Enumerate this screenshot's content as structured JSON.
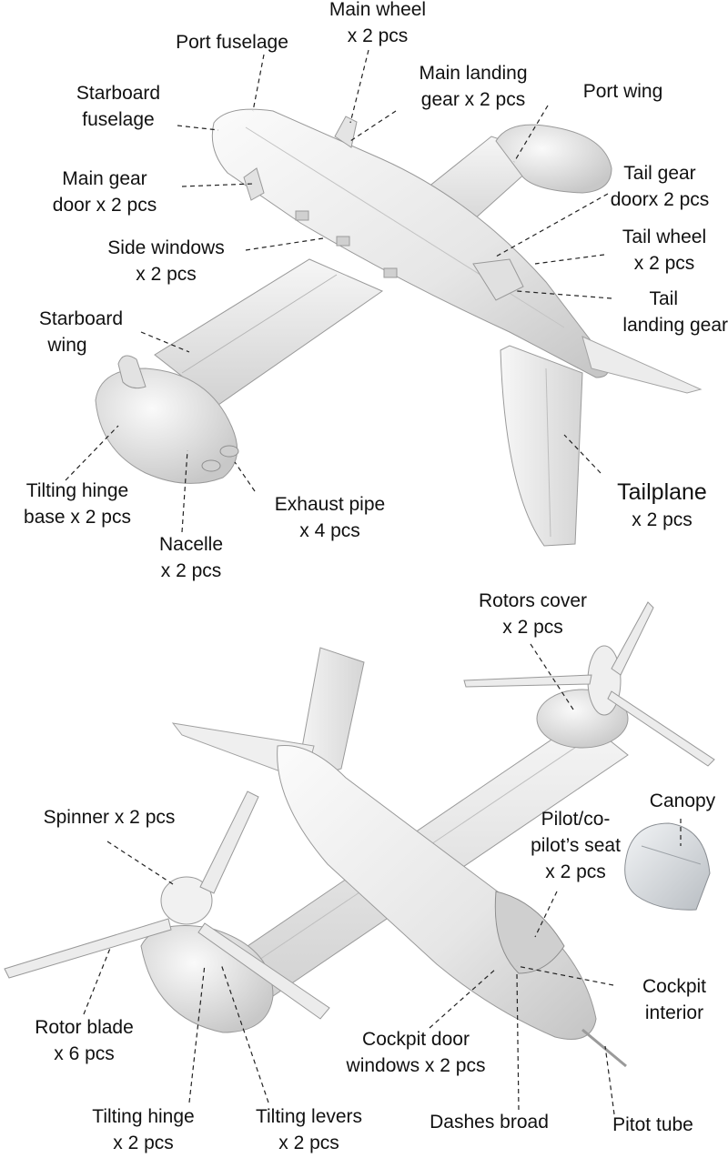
{
  "colors": {
    "background": "#ffffff",
    "model_light": "#f4f4f4",
    "model_mid": "#d9d9d9",
    "model_shade": "#b8b8b8",
    "model_edge": "#8a8a8a",
    "leader": "#222222"
  },
  "top_view": {
    "labels": {
      "main_wheel": [
        "Main wheel",
        "x 2 pcs"
      ],
      "port_fuselage": [
        "Port fuselage"
      ],
      "main_landing_gear": [
        "Main landing",
        "gear x 2 pcs"
      ],
      "port_wing": [
        "Port wing"
      ],
      "starboard_fuselage": [
        "Starboard",
        "fuselage"
      ],
      "tail_gear_door": [
        "Tail gear",
        "doorx 2 pcs"
      ],
      "main_gear_door": [
        "Main gear",
        "door x 2 pcs"
      ],
      "tail_wheel": [
        "Tail wheel",
        "x 2 pcs"
      ],
      "side_windows": [
        "Side windows",
        "x 2 pcs"
      ],
      "tail_landing_gear": [
        "Tail",
        "landing gear"
      ],
      "starboard_wing": [
        "Starboard",
        "wing"
      ],
      "tilting_hinge_base": [
        "Tilting hinge",
        "base x 2 pcs"
      ],
      "exhaust_pipe": [
        "Exhaust pipe",
        "x 4 pcs"
      ],
      "tailplane": [
        "Tailplane",
        "x 2 pcs"
      ],
      "nacelle": [
        "Nacelle",
        "x 2 pcs"
      ]
    }
  },
  "bottom_view": {
    "labels": {
      "rotors_cover": [
        "Rotors cover",
        "x 2 pcs"
      ],
      "canopy": [
        "Canopy"
      ],
      "spinner": [
        "Spinner x 2 pcs"
      ],
      "pilot_seat": [
        "Pilot/co-",
        "pilot’s seat",
        "x 2 pcs"
      ],
      "cockpit_interior": [
        "Cockpit",
        "interior"
      ],
      "rotor_blade": [
        "Rotor blade",
        "x 6 pcs"
      ],
      "cockpit_door_windows": [
        "Cockpit door",
        "windows x 2 pcs"
      ],
      "tilting_hinge": [
        "Tilting hinge",
        "x 2 pcs"
      ],
      "tilting_levers": [
        "Tilting levers",
        "x 2 pcs"
      ],
      "dashes_broad": [
        "Dashes broad"
      ],
      "pitot_tube": [
        "Pitot tube"
      ]
    }
  }
}
